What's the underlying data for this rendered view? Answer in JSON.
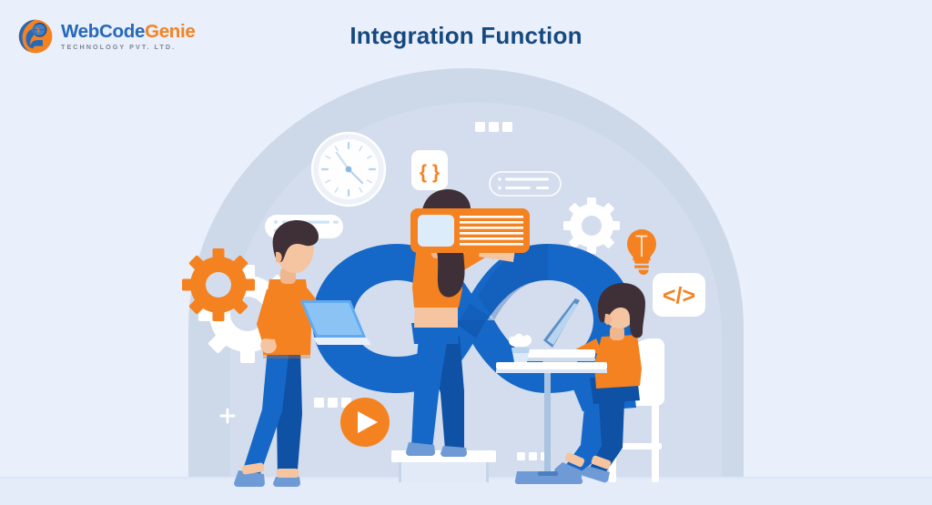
{
  "page": {
    "background_color": "#e9effb",
    "title": "Integration Function",
    "title_color": "#16497f"
  },
  "logo": {
    "name": "WebCodeGenie",
    "word_primary": "WebCode",
    "word_accent": "Genie",
    "tagline": "TECHNOLOGY PVT. LTD.",
    "primary_color": "#2568b8",
    "accent_color": "#f58220",
    "tagline_color": "#7c8794",
    "mark_icon": "webcodegenie-globe-logo-icon"
  },
  "illustration": {
    "name": "devops-integration-loop-illustration",
    "palette": {
      "background": "#e9effb",
      "dome_outer": "#cdd9e9",
      "dome_inner": "#d2dcea",
      "loop_blue": "#1668c8",
      "loop_blue_dark": "#0e51a5",
      "orange": "#f58220",
      "orange_light": "#fa9038",
      "white": "#ffffff",
      "skin": "#f5c4a0",
      "hair_dark": "#3f3038",
      "denim": "#1668c8",
      "denim_dark": "#0e51a5",
      "shoe_blue": "#6e9ad6",
      "laptop_light": "#62aaf0",
      "ground": "#e4ecfa"
    },
    "elements": [
      {
        "id": "backdrop-dome",
        "name": "backdrop-dome",
        "label": ""
      },
      {
        "id": "ground-strip",
        "name": "ground-strip",
        "label": ""
      },
      {
        "id": "infinity-loop",
        "name": "infinity-loop-devops-symbol",
        "label": ""
      },
      {
        "id": "wall-clock",
        "name": "wall-clock-icon",
        "label": ""
      },
      {
        "id": "curly-braces-badge",
        "name": "curly-braces-icon",
        "label": "{ }"
      },
      {
        "id": "code-tag-badge",
        "name": "code-brackets-icon",
        "label": "</>"
      },
      {
        "id": "lightbulb",
        "name": "lightbulb-icon",
        "label": ""
      },
      {
        "id": "gear-orange",
        "name": "gear-orange-icon",
        "label": ""
      },
      {
        "id": "gear-white-large",
        "name": "gear-white-large-icon",
        "label": ""
      },
      {
        "id": "gear-white-small",
        "name": "gear-white-small-icon",
        "label": ""
      },
      {
        "id": "list-card-solid",
        "name": "list-card-filled",
        "label": ""
      },
      {
        "id": "list-card-outline",
        "name": "list-card-outline",
        "label": ""
      },
      {
        "id": "play-button",
        "name": "play-button-icon",
        "label": ""
      },
      {
        "id": "plus-mark",
        "name": "plus-icon",
        "label": "+"
      },
      {
        "id": "dots-top",
        "name": "dots-squares-top",
        "label": ""
      },
      {
        "id": "dots-left",
        "name": "dots-squares-left",
        "label": ""
      },
      {
        "id": "dots-bottom",
        "name": "dots-squares-bottom",
        "label": ""
      },
      {
        "id": "person-standing-laptop",
        "name": "person-standing-with-laptop",
        "label": ""
      },
      {
        "id": "person-presenting-board",
        "name": "person-presenting-orange-board",
        "label": ""
      },
      {
        "id": "person-seated-desk",
        "name": "person-seated-at-desk",
        "label": ""
      },
      {
        "id": "orange-board",
        "name": "orange-presentation-board",
        "label": ""
      },
      {
        "id": "coffee-cup",
        "name": "coffee-cup-icon",
        "label": ""
      },
      {
        "id": "bar-stool",
        "name": "bar-stool-chair",
        "label": ""
      },
      {
        "id": "platform-step",
        "name": "platform-step",
        "label": ""
      }
    ]
  }
}
